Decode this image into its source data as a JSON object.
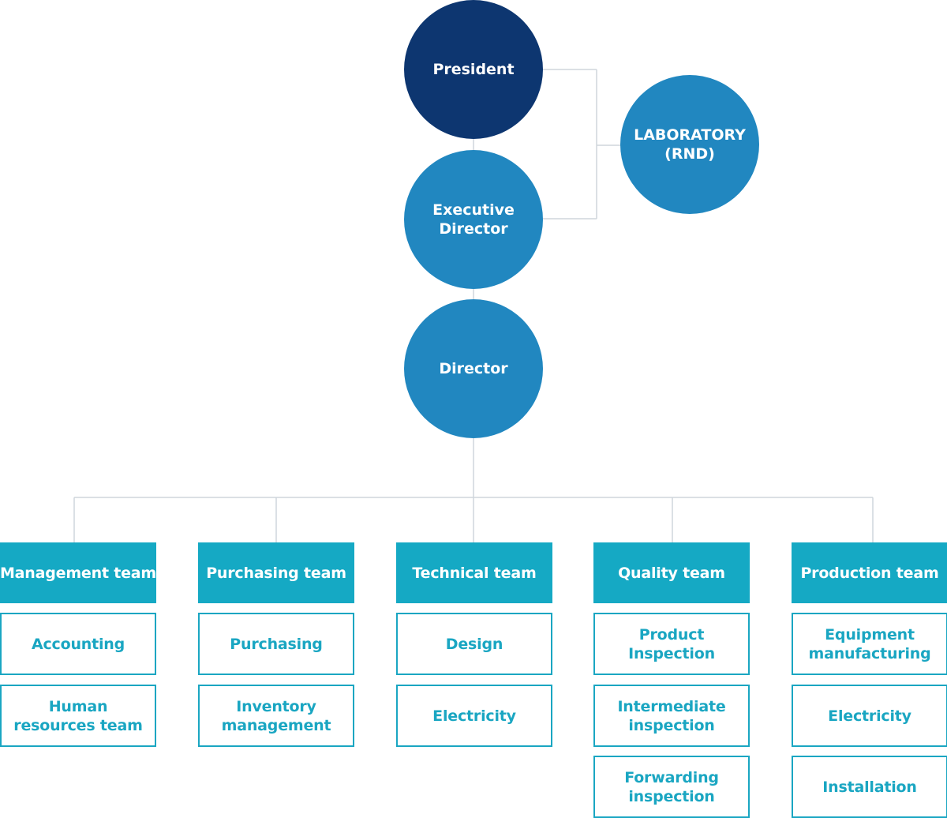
{
  "colors": {
    "president": "#0d3670",
    "executive": "#2187c0",
    "team_header": "#15a9c4",
    "sub_text": "#1aa6c2",
    "sub_border": "#1aa6c2",
    "connector": "#cfd6dc"
  },
  "nodes": {
    "president": "President",
    "executive_director": "Executive\nDirector",
    "laboratory": "LABORATORY\n(RND)",
    "director": "Director"
  },
  "teams": [
    {
      "name": "Management team",
      "units": [
        "Accounting",
        "Human resources team"
      ]
    },
    {
      "name": "Purchasing team",
      "units": [
        "Purchasing",
        "Inventory management"
      ]
    },
    {
      "name": "Technical team",
      "units": [
        "Design",
        "Electricity"
      ]
    },
    {
      "name": "Quality team",
      "units": [
        "Product Inspection",
        "Intermediate inspection",
        "Forwarding inspection"
      ]
    },
    {
      "name": "Production team",
      "units": [
        "Equipment manufacturing",
        "Electricity",
        "Installation"
      ]
    }
  ]
}
